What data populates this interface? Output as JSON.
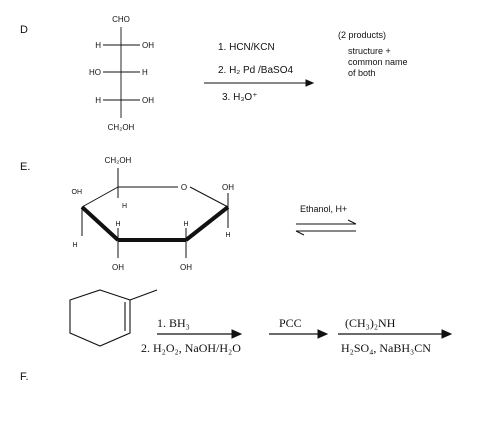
{
  "problem_d": {
    "label": "D",
    "fischer": {
      "top_group": "CHO",
      "bottom_group": "CH₂OH",
      "rows": [
        {
          "left": "H",
          "right": "OH"
        },
        {
          "left": "HO",
          "right": "H"
        },
        {
          "left": "H",
          "right": "OH"
        }
      ]
    },
    "reagents": [
      "1. HCN/KCN",
      "2. H₂ Pd /BaSO4",
      "3. H₃O⁺"
    ],
    "product_note": [
      "(2 products)",
      "structure +",
      "common name",
      "of both"
    ]
  },
  "problem_e": {
    "label": "E.",
    "ring_atoms": {
      "c6_group": "CH₂OH",
      "ring_oxygen": "O",
      "c1_up": "OH",
      "c1_down": "H",
      "c4_up": "OH",
      "c4_down": "H",
      "c5_h": "H",
      "c3_up": "H",
      "c2_up": "H",
      "c3_down": "OH",
      "c2_down": "OH"
    },
    "reagent": "Ethanol, H+"
  },
  "problem_f": {
    "label": "F.",
    "step1_reagents": [
      "1. BH₃",
      "2. H₂O₂, NaOH/H₂O"
    ],
    "step2_reagent": "PCC",
    "step3_top": "(CH₃)₂NH",
    "step3_bottom": "H₂SO₄, NaBH₃CN"
  }
}
